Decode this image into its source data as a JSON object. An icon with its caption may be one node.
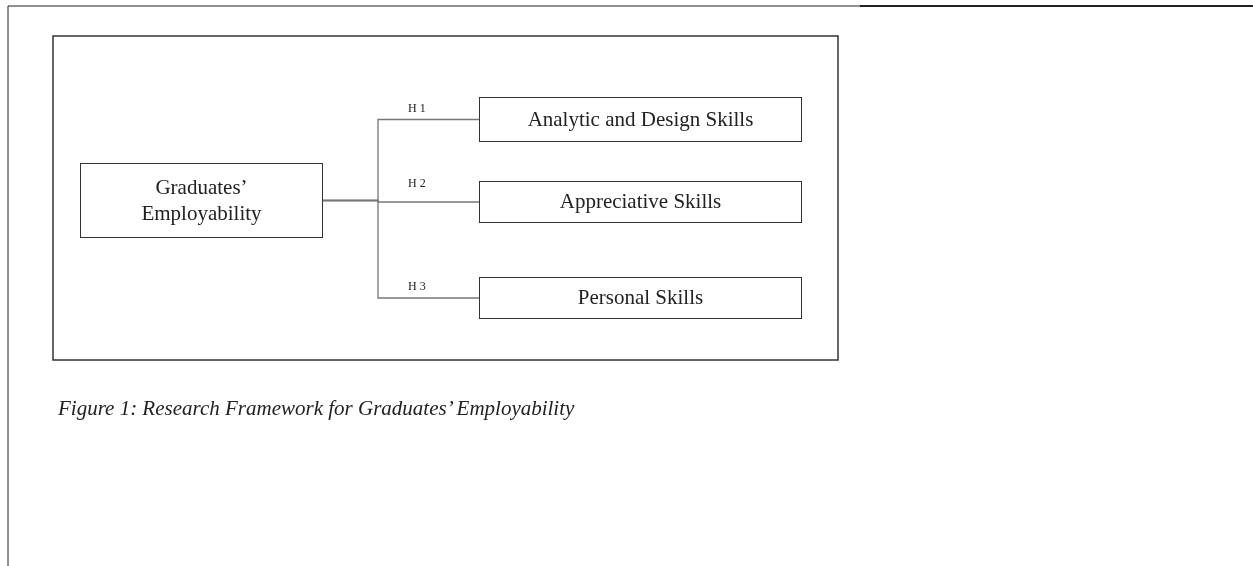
{
  "diagram": {
    "caption": "Figure 1: Research Framework for Graduates’ Employability",
    "nodes": [
      {
        "text": [
          "Graduates’ Employability"
        ]
      },
      {
        "text": [
          "Analytic and Design Skills"
        ]
      },
      {
        "text": [
          "Appreciative Skills"
        ]
      },
      {
        "text": [
          "Personal Skills"
        ]
      }
    ],
    "edges": [
      {
        "from": 0,
        "to": 1,
        "arrow": "none",
        "label": "H 1"
      },
      {
        "from": 0,
        "to": 2,
        "arrow": "none",
        "label": "H 2"
      },
      {
        "from": 0,
        "to": 3,
        "arrow": "none",
        "label": "H 3"
      }
    ]
  }
}
